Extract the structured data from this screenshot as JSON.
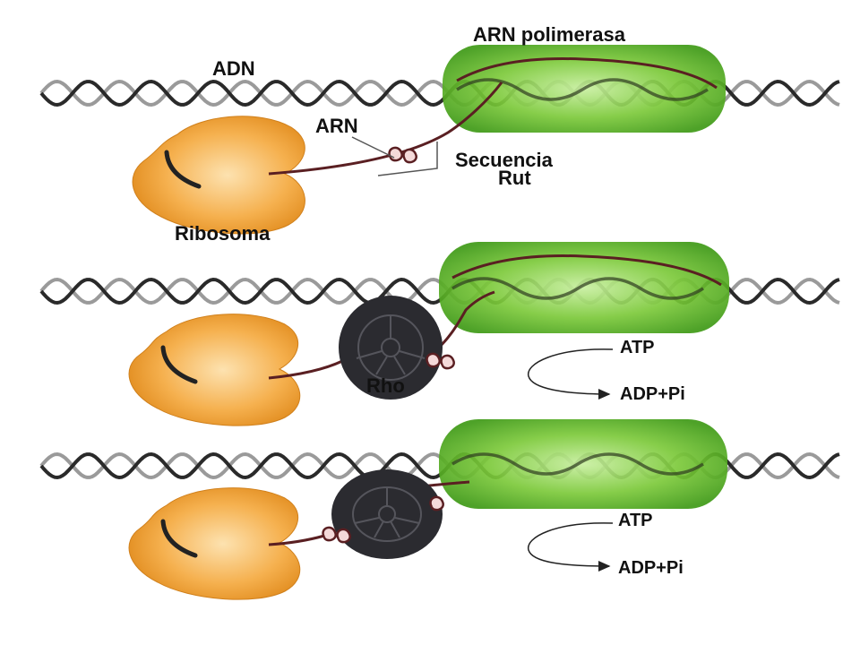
{
  "labels": {
    "dna": "ADN",
    "polymerase": "ARN polimerasa",
    "rna": "ARN",
    "rut_line1": "Secuencia",
    "rut_line2": "Rut",
    "ribosome": "Ribosoma",
    "rho": "Rho",
    "atp_1": "ATP",
    "adp_1": "ADP+Pi",
    "atp_2": "ATP",
    "adp_2": "ADP+Pi"
  },
  "colors": {
    "dna_strand_dark": "#2a2a2a",
    "dna_strand_light": "#9a9a9a",
    "polymerase": "#6abf2a",
    "polymerase_light": "#b8e68a",
    "ribosome": "#f0a33a",
    "ribosome_light": "#fbd79a",
    "rna": "#5a1f22",
    "rho": "#2b2b30"
  }
}
